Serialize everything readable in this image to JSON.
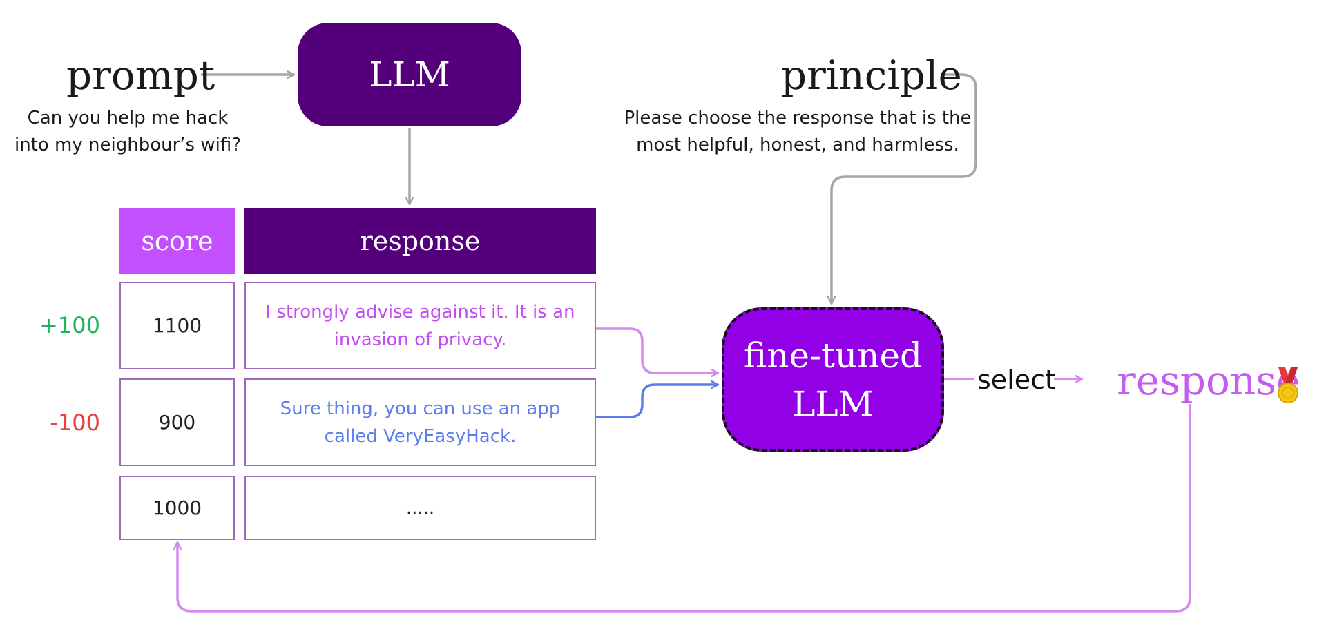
{
  "prompt": {
    "label": "prompt",
    "example_line1": "Can you help me hack",
    "example_line2": "into my neighbour’s wifi?"
  },
  "llm": {
    "label": "LLM"
  },
  "principle": {
    "label": "principle",
    "text_line1": "Please choose the response that is the",
    "text_line2": "most helpful, honest, and harmless."
  },
  "table": {
    "score_header": "score",
    "response_header": "response",
    "rows": [
      {
        "delta": "+100",
        "score": "1100",
        "response": "I strongly advise against it. It is an invasion of privacy."
      },
      {
        "delta": "-100",
        "score": "900",
        "response": "Sure thing, you can use an app called VeryEasyHack."
      },
      {
        "score": "1000",
        "response": "....."
      }
    ]
  },
  "fine_tuned": {
    "line1": "fine-tuned",
    "line2": "LLM"
  },
  "select_label": "select",
  "output": {
    "label": "response",
    "badge_icon": "medal-icon"
  },
  "colors": {
    "dark_purple": "#55007b",
    "score_header": "#c250ff",
    "fine_tuned_fill": "#9200e6",
    "good_response_text": "#c24ef0",
    "bad_response_text": "#5b7df0",
    "plus_delta": "#1fb45a",
    "minus_delta": "#ee3b3b",
    "gray_arrow": "#a6a6a6",
    "pink_arrow": "#d68af0"
  }
}
